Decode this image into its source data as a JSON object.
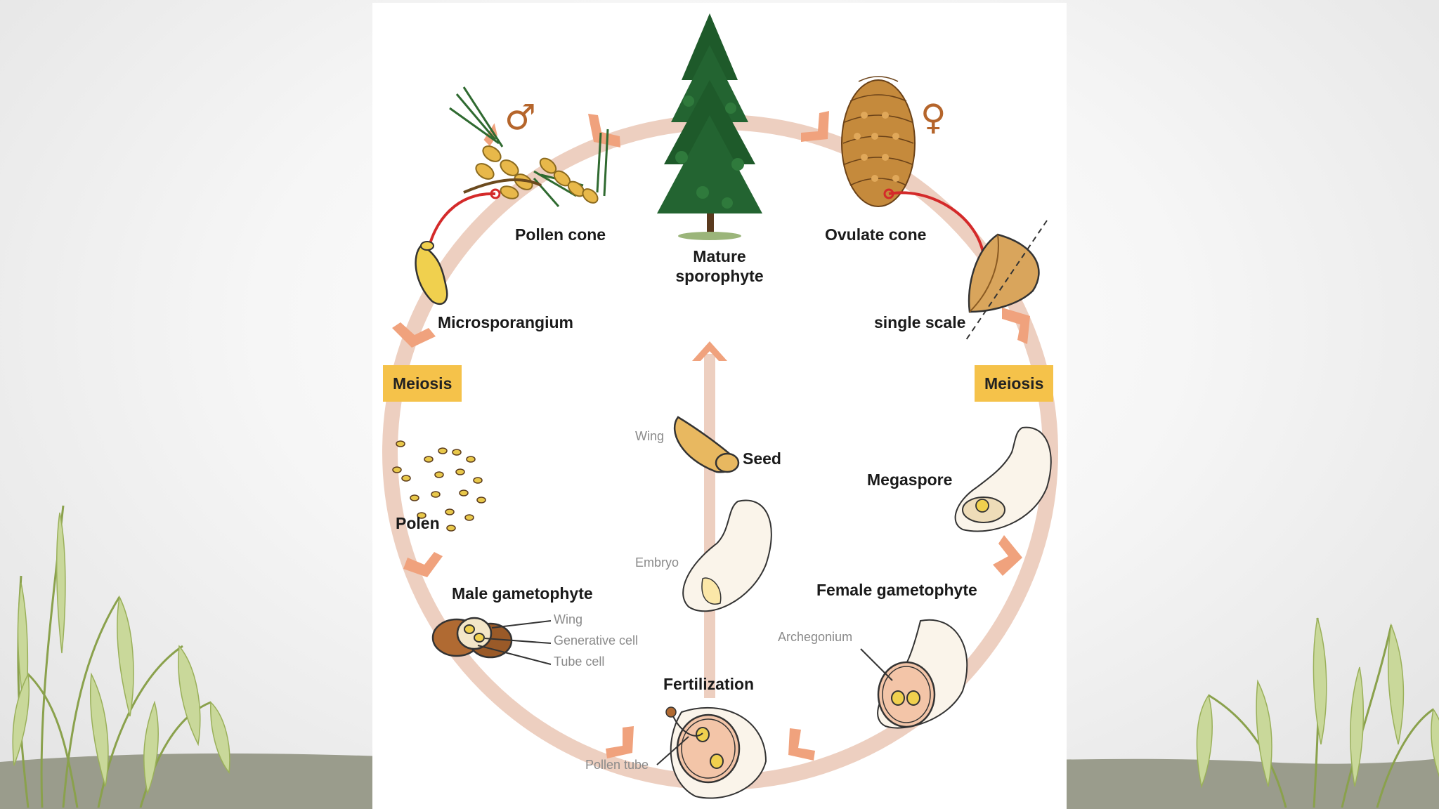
{
  "diagram": {
    "labels": {
      "pollen_cone": "Pollen cone",
      "mature_sporophyte_line1": "Mature",
      "mature_sporophyte_line2": "sporophyte",
      "ovulate_cone": "Ovulate cone",
      "microsporangium": "Microsporangium",
      "single_scale": "single scale",
      "meiosis_left": "Meiosis",
      "meiosis_right": "Meiosis",
      "polen": "Polen",
      "seed": "Seed",
      "wing_seed": "Wing",
      "embryo": "Embryo",
      "megaspore": "Megaspore",
      "male_gametophyte": "Male gametophyte",
      "wing": "Wing",
      "generative_cell": "Generative cell",
      "tube_cell": "Tube cell",
      "female_gametophyte": "Female gametophyte",
      "archegonium": "Archegonium",
      "fertilization": "Fertilization",
      "pollen_tube": "Pollen tube"
    },
    "symbols": {
      "male": "♂",
      "female": "♀"
    },
    "colors": {
      "cycle_ring": "#edcfc0",
      "cycle_arrow": "#f0a27d",
      "meiosis_box": "#f5c24a",
      "symbol": "#b5652b",
      "tree": "#1e5a2a",
      "connector": "#d42a2a"
    }
  },
  "decor": {
    "grass_color": "#a9c46b",
    "ground_color": "#9a9c8c"
  }
}
